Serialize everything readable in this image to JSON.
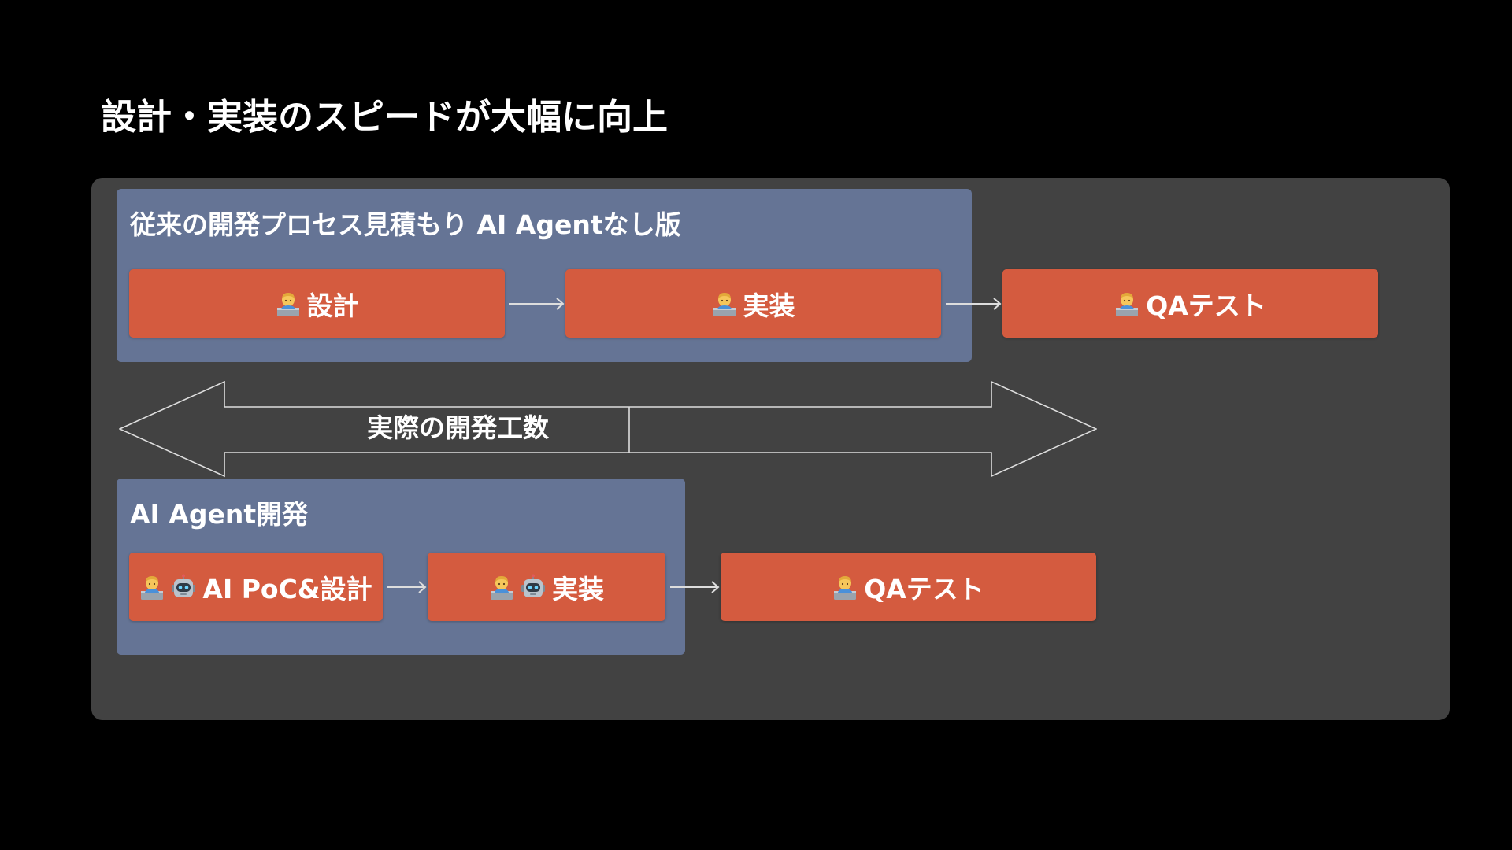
{
  "title": "設計・実装のスピードが大幅に向上",
  "traditional": {
    "label": "従来の開発プロセス見積もり AI Agentなし版",
    "steps": [
      {
        "label": "設計",
        "icons": [
          "technologist-icon"
        ]
      },
      {
        "label": "実装",
        "icons": [
          "technologist-icon"
        ]
      },
      {
        "label": "QAテスト",
        "icons": [
          "technologist-icon"
        ]
      }
    ]
  },
  "effort": {
    "label": "実際の開発工数"
  },
  "ai_agent": {
    "label": "AI Agent開発",
    "steps": [
      {
        "label": "AI PoC&設計",
        "icons": [
          "technologist-icon",
          "robot-icon"
        ]
      },
      {
        "label": "実装",
        "icons": [
          "technologist-icon",
          "robot-icon"
        ]
      },
      {
        "label": "QAテスト",
        "icons": [
          "technologist-icon"
        ]
      }
    ]
  },
  "colors": {
    "background": "#000000",
    "canvas": "#424242",
    "group": "#657495",
    "step": "#d45b3f",
    "text": "#ffffff",
    "arrow_stroke": "#dddddd"
  }
}
